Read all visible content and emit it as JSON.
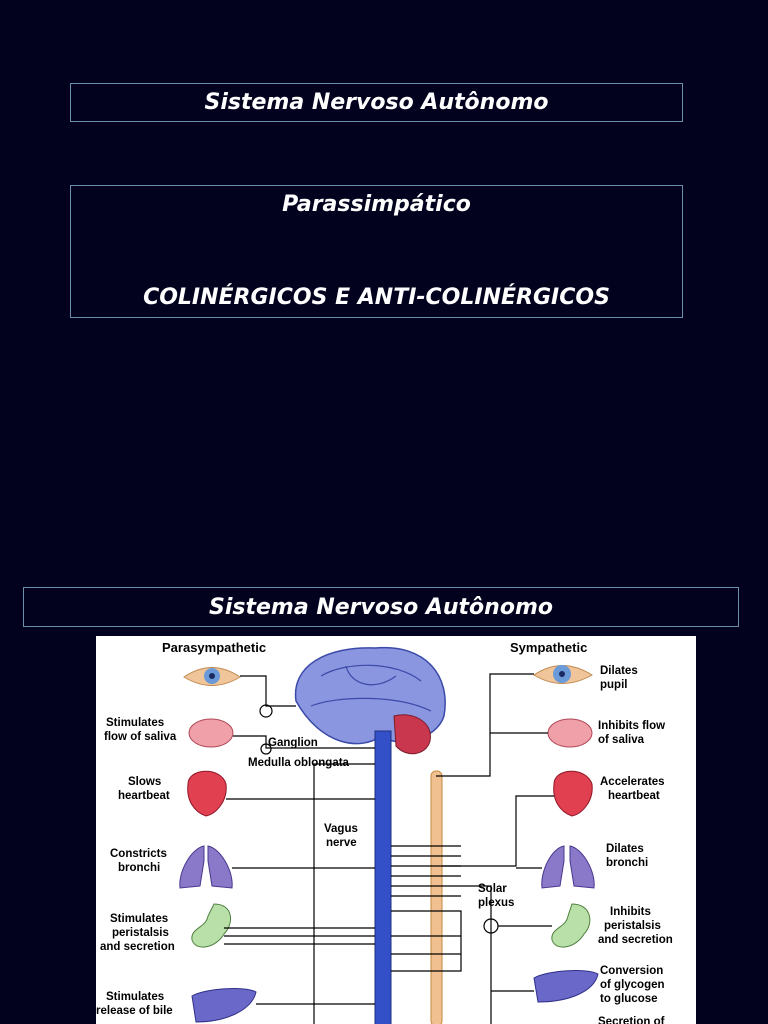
{
  "slide1": {
    "title": "Sistema Nervoso Autônomo",
    "subtitle_line1": "Parassimpático",
    "subtitle_line2": "COLINÉRGICOS E ANTI-COLINÉRGICOS"
  },
  "slide2": {
    "title": "Sistema Nervoso Autônomo"
  },
  "diagram": {
    "parasympathetic_header": "Parasympathetic",
    "sympathetic_header": "Sympathetic",
    "para_labels": [
      [
        "Stimulates",
        "flow of saliva"
      ],
      [
        "Slows",
        "heartbeat"
      ],
      [
        "Constricts",
        "bronchi"
      ],
      [
        "Stimulates",
        "peristalsis",
        "and secretion"
      ],
      [
        "Stimulates",
        "release of bile"
      ]
    ],
    "symp_labels": [
      [
        "Dilates",
        "pupil"
      ],
      [
        "Inhibits flow",
        "of saliva"
      ],
      [
        "Accelerates",
        "heartbeat"
      ],
      [
        "Dilates",
        "bronchi"
      ],
      [
        "Inhibits",
        "peristalsis",
        "and secretion"
      ],
      [
        "Conversion",
        "of glycogen",
        "to glucose"
      ],
      [
        "Secretion of"
      ]
    ],
    "ganglion": "Ganglion",
    "medulla": "Medulla oblongata",
    "vagus": [
      "Vagus",
      "nerve"
    ],
    "solar": [
      "Solar",
      "plexus"
    ]
  }
}
